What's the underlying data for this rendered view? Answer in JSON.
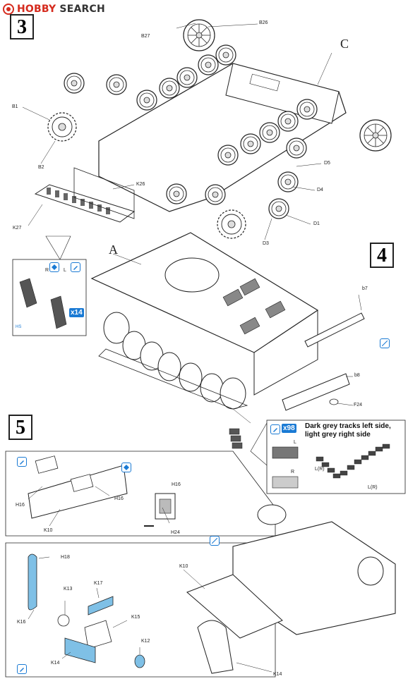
{
  "header": {
    "brand_part1": "HOBBY",
    "brand_part2": " SEARCH",
    "brand_color": "#d52b1e"
  },
  "steps": {
    "s3": "3",
    "s4": "4",
    "s5": "5"
  },
  "step3": {
    "labels": {
      "b26": "B26",
      "b27": "B27",
      "c": "C",
      "b1": "B1",
      "b2": "B2",
      "k26": "K26",
      "k27": "K27",
      "d5": "D5",
      "d4": "D4",
      "d1": "D1",
      "d3": "D3"
    },
    "inset": {
      "r": "R",
      "l": "L",
      "qty": "x14",
      "ref": "HS"
    }
  },
  "step4": {
    "labels": {
      "a": "A",
      "b7": "b7",
      "b8": "b8",
      "f24": "F24"
    },
    "track_note": {
      "qty": "x98",
      "line1": "Dark grey tracks left side,",
      "line2": "light grey right side",
      "l": "L",
      "r": "R",
      "lr_top": "L(R)",
      "lr_bottom": "L(R)"
    }
  },
  "step5": {
    "labels": {
      "h16a": "H16",
      "h16b": "H16",
      "h16c": "H16",
      "k10a": "K10",
      "h24": "H24",
      "h18": "H18",
      "k13": "K13",
      "k17": "K17",
      "k16": "K16",
      "k15": "K15",
      "k12": "K12",
      "k14a": "K14",
      "k10b": "K10",
      "k14b": "K14"
    }
  },
  "colors": {
    "accent": "#1a7ad4",
    "part_blue": "#7fc0e6",
    "line": "#222222"
  }
}
